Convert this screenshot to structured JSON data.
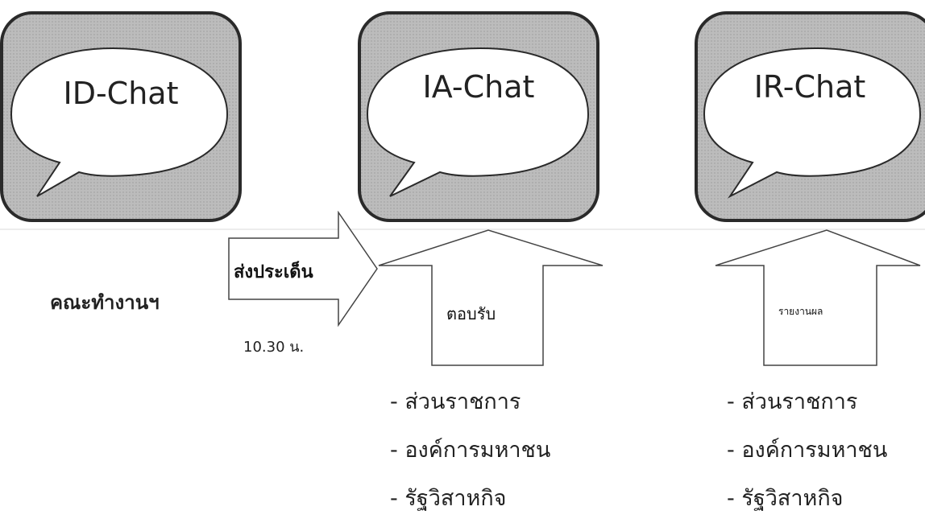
{
  "chats": [
    {
      "label": "ID-Chat"
    },
    {
      "label": "IA-Chat"
    },
    {
      "label": "IR-Chat"
    }
  ],
  "working_group": "คณะทำงานฯ",
  "send_arrow": {
    "label": "ส่งประเด็น"
  },
  "time": "10.30 น.",
  "accept_arrow": {
    "label": "ตอบรับ"
  },
  "report_arrow": {
    "label": "รายงานผล"
  },
  "left_list": [
    "- ส่วนราชการ",
    "- องค์การมหาชน",
    "- รัฐวิสาหกิจ"
  ],
  "right_list": [
    "- ส่วนราชการ",
    "- องค์การมหาชน",
    "- รัฐวิสาหกิจ"
  ],
  "colors": {
    "tile": "#b9b9b9",
    "tile_border": "#2a2a2a",
    "bubble": "#ffffff"
  }
}
